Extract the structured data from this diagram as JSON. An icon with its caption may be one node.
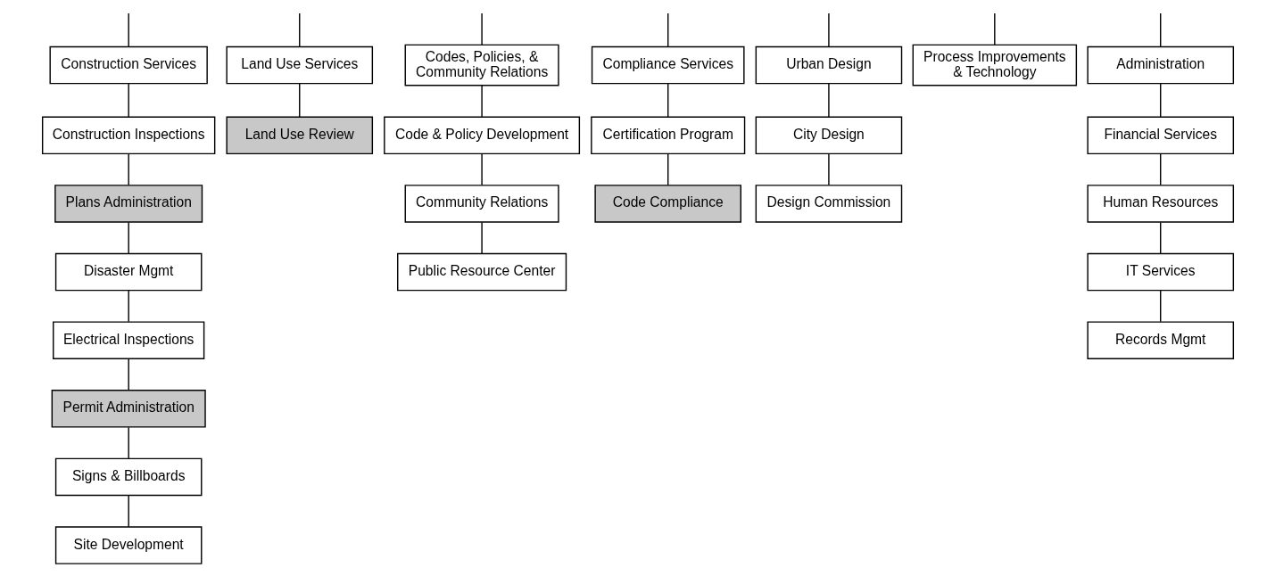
{
  "diagram": {
    "nodes": [
      {
        "text": [
          "Construction Services"
        ]
      },
      {
        "text": [
          "Land Use Services"
        ]
      },
      {
        "text": [
          "Codes, Policies, & Community Relations"
        ]
      },
      {
        "text": [
          "Compliance Services"
        ]
      },
      {
        "text": [
          "Urban Design"
        ]
      },
      {
        "text": [
          "Process Improvements & Technology"
        ]
      },
      {
        "text": [
          "Administration"
        ]
      },
      {
        "text": [
          "Construction Inspections"
        ]
      },
      {
        "text": [
          "Plans Administration"
        ]
      },
      {
        "text": [
          "Disaster Mgmt"
        ]
      },
      {
        "text": [
          "Electrical Inspections"
        ]
      },
      {
        "text": [
          "Permit Administration"
        ]
      },
      {
        "text": [
          "Signs & Billboards"
        ]
      },
      {
        "text": [
          "Site Development"
        ]
      },
      {
        "text": [
          "Land Use Review"
        ]
      },
      {
        "text": [
          "Code & Policy Development"
        ]
      },
      {
        "text": [
          "Community Relations"
        ]
      },
      {
        "text": [
          "Public Resource Center"
        ]
      },
      {
        "text": [
          "Certification Program"
        ]
      },
      {
        "text": [
          "Code Compliance"
        ]
      },
      {
        "text": [
          "City Design"
        ]
      },
      {
        "text": [
          "Design Commission"
        ]
      },
      {
        "text": [
          "Financial Services"
        ]
      },
      {
        "text": [
          "Human Resources"
        ]
      },
      {
        "text": [
          "IT Services"
        ]
      },
      {
        "text": [
          "Records Mgmt"
        ]
      }
    ],
    "edges": [
      {
        "from": null,
        "to": 0,
        "arrow": "none"
      },
      {
        "from": null,
        "to": 1,
        "arrow": "none"
      },
      {
        "from": null,
        "to": 2,
        "arrow": "none"
      },
      {
        "from": null,
        "to": 3,
        "arrow": "none"
      },
      {
        "from": null,
        "to": 4,
        "arrow": "none"
      },
      {
        "from": null,
        "to": 5,
        "arrow": "none"
      },
      {
        "from": null,
        "to": 6,
        "arrow": "none"
      },
      {
        "from": 0,
        "to": 7,
        "arrow": "none"
      },
      {
        "from": 7,
        "to": 8,
        "arrow": "none"
      },
      {
        "from": 8,
        "to": 9,
        "arrow": "none"
      },
      {
        "from": 9,
        "to": 10,
        "arrow": "none"
      },
      {
        "from": 10,
        "to": 11,
        "arrow": "none"
      },
      {
        "from": 11,
        "to": 12,
        "arrow": "none"
      },
      {
        "from": 12,
        "to": 13,
        "arrow": "none"
      },
      {
        "from": 1,
        "to": 14,
        "arrow": "none"
      },
      {
        "from": 2,
        "to": 15,
        "arrow": "none"
      },
      {
        "from": 15,
        "to": 16,
        "arrow": "none"
      },
      {
        "from": 16,
        "to": 17,
        "arrow": "none"
      },
      {
        "from": 3,
        "to": 18,
        "arrow": "none"
      },
      {
        "from": 18,
        "to": 19,
        "arrow": "none"
      },
      {
        "from": 4,
        "to": 20,
        "arrow": "none"
      },
      {
        "from": 20,
        "to": 21,
        "arrow": "none"
      },
      {
        "from": 6,
        "to": 22,
        "arrow": "none"
      },
      {
        "from": 22,
        "to": 23,
        "arrow": "none"
      },
      {
        "from": 23,
        "to": 24,
        "arrow": "none"
      },
      {
        "from": 24,
        "to": 25,
        "arrow": "none"
      }
    ]
  }
}
